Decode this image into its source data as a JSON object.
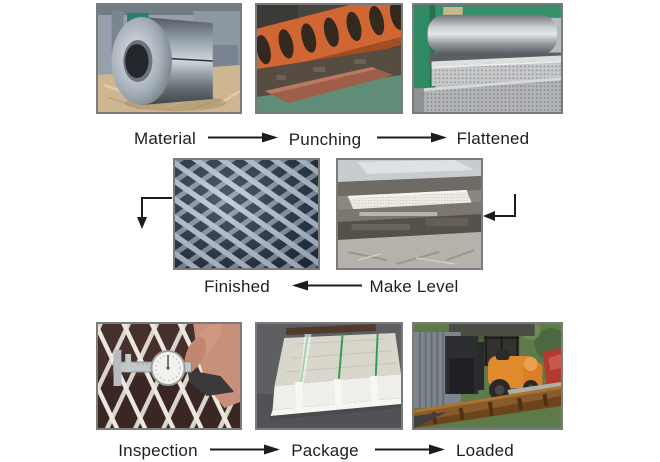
{
  "diagram_title": "production-process-flow",
  "flow": {
    "rows": [
      {
        "steps": [
          {
            "label": "Material",
            "photo": "steel-coil-photo"
          },
          {
            "label": "Punching",
            "photo": "punching-machine-photo"
          },
          {
            "label": "Flattened",
            "photo": "flattening-roller-photo"
          }
        ],
        "connectors": [
          {
            "type": "arrow-right",
            "from": "Material",
            "to": "Punching"
          },
          {
            "type": "arrow-right",
            "from": "Punching",
            "to": "Flattened"
          }
        ]
      },
      {
        "steps": [
          {
            "label": "Finished",
            "photo": "expanded-metal-mesh-photo"
          },
          {
            "label": "Make Level",
            "photo": "leveling-machine-photo"
          }
        ],
        "connectors": [
          {
            "type": "elbow-arrow-down",
            "from": "Flattened row",
            "to": "Finished row"
          },
          {
            "type": "arrow-left",
            "from": "Make Level",
            "to": "Finished"
          },
          {
            "type": "elbow-arrow-left",
            "from": "row above",
            "to": "Make Level"
          }
        ]
      },
      {
        "steps": [
          {
            "label": "Inspection",
            "photo": "caliper-measuring-mesh-photo"
          },
          {
            "label": "Package",
            "photo": "strapped-bundles-photo"
          },
          {
            "label": "Loaded",
            "photo": "forklift-loading-container-photo"
          }
        ],
        "connectors": [
          {
            "type": "arrow-right",
            "from": "Inspection",
            "to": "Package"
          },
          {
            "type": "arrow-right",
            "from": "Package",
            "to": "Loaded"
          }
        ]
      }
    ]
  },
  "colors": {
    "background": "#ffffff",
    "arrow": "#1c1c1c",
    "label_text": "#1e1e1e",
    "photo_border": "#7b7b7b"
  }
}
